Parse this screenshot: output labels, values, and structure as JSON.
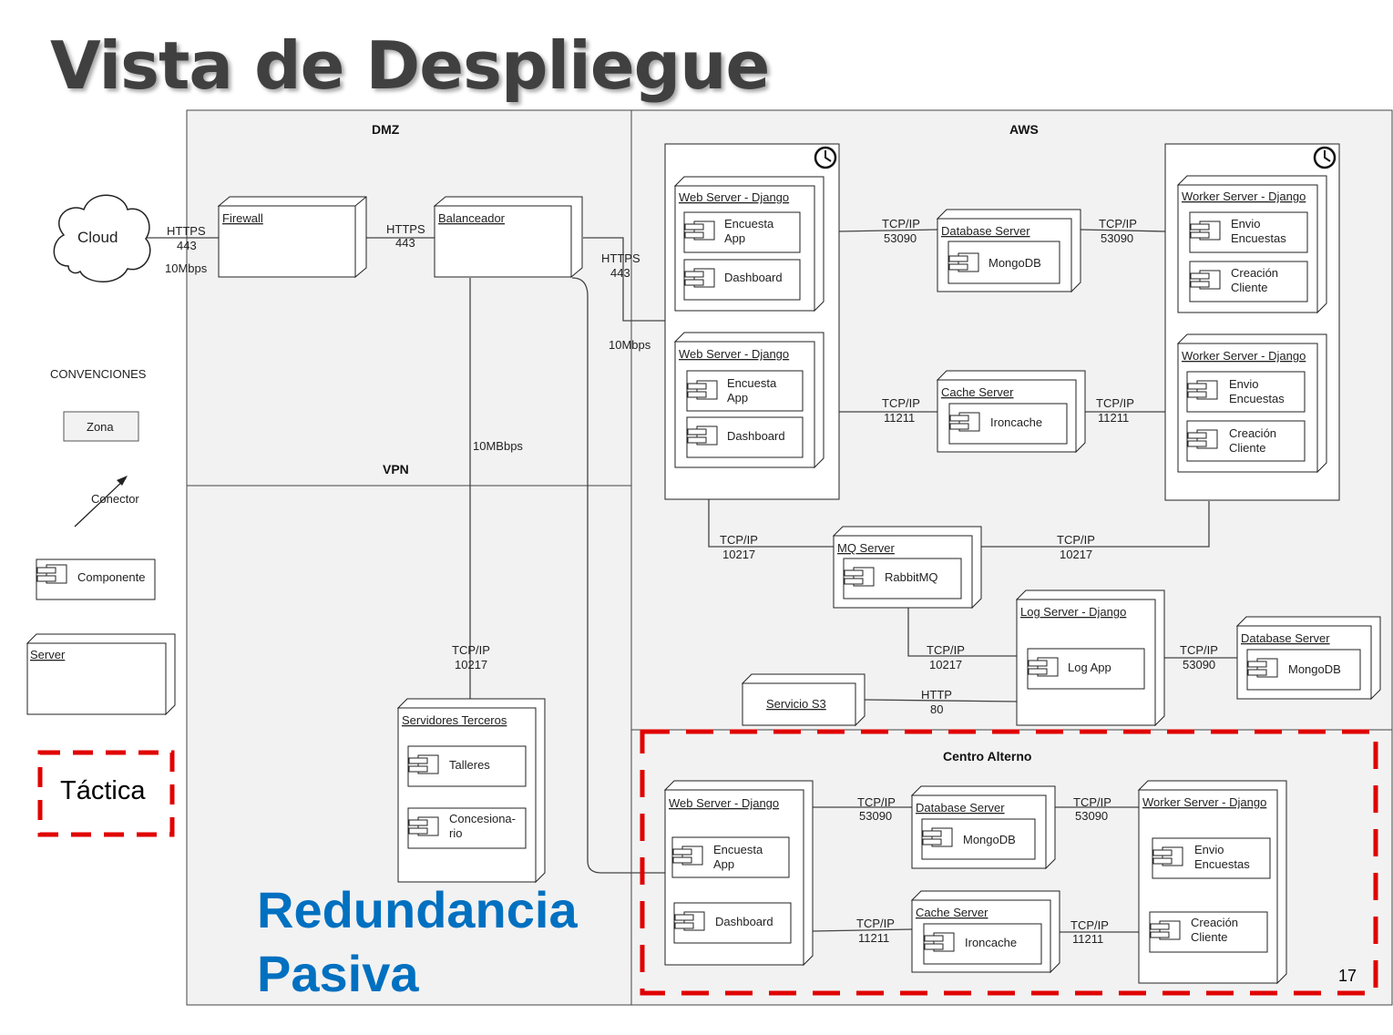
{
  "title": "Vista de Despliegue",
  "zones": {
    "dmz": "DMZ",
    "aws": "AWS",
    "vpn": "VPN",
    "alterno": "Centro Alterno"
  },
  "cloud": "Cloud",
  "conventions": {
    "heading": "CONVENCIONES",
    "zona": "Zona",
    "conector": "Conector",
    "componente": "Componente",
    "server": "Server",
    "tactica": "Táctica"
  },
  "nodes": {
    "firewall": "Firewall",
    "balanceador": "Balanceador",
    "web1": "Web Server  - Django",
    "web2": "Web Server - Django",
    "db1": "Database Server",
    "cache1": "Cache Server",
    "worker1": "Worker Server - Django",
    "worker2": "Worker Server - Django",
    "mq": "MQ Server",
    "log": "Log Server - Django",
    "db2": "Database Server",
    "s3": "Servicio S3",
    "terceros": "Servidores Terceros",
    "alt_web": "Web Server  - Django",
    "alt_db": "Database Server",
    "alt_cache": "Cache Server",
    "alt_worker": "Worker Server - Django"
  },
  "components": {
    "encuesta_l1": "Encuesta",
    "encuesta_l2": "App",
    "dashboard": "Dashboard",
    "mongodb": "MongoDB",
    "ironcache": "Ironcache",
    "envio_l1": "Envio",
    "envio_l2": "Encuestas",
    "creacion_l1": "Creación",
    "creacion_l2": "Cliente",
    "rabbitmq": "RabbitMQ",
    "logapp": "Log App",
    "talleres": "Talleres",
    "conces_l1": "Concesiona-",
    "conces_l2": "rio"
  },
  "links": {
    "https": "HTTPS",
    "p443": "443",
    "mbps10": "10Mbps",
    "tcpip": "TCP/IP",
    "p53090": "53090",
    "p11211": "11211",
    "p10217": "10217",
    "mbbps10": "10MBbps",
    "http": "HTTP",
    "p80": "80"
  },
  "redundancia": {
    "line1": "Redundancia",
    "line2": "Pasiva"
  },
  "page_number": "17"
}
